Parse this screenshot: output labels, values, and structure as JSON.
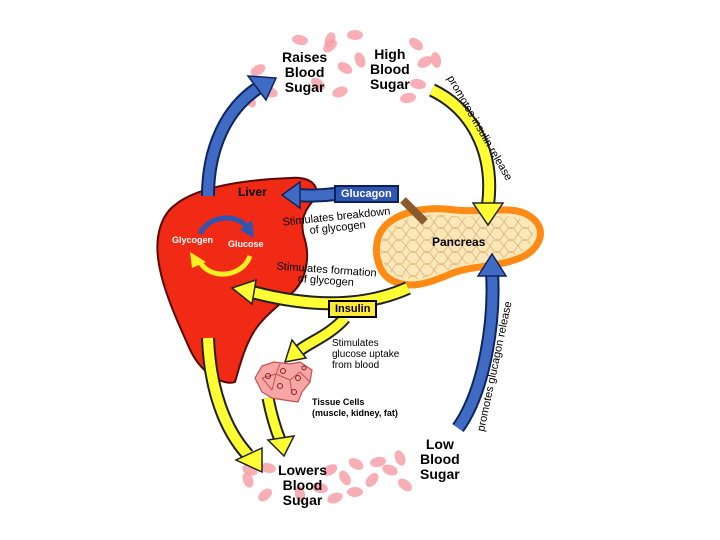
{
  "labels": {
    "raises": "Raises\nBlood\nSugar",
    "high": "High\nBlood\nSugar",
    "low": "Low\nBlood\nSugar",
    "lowers": "Lowers\nBlood\nSugar",
    "liver": "Liver",
    "pancreas": "Pancreas",
    "glucagon": "Glucagon",
    "insulin": "Insulin",
    "glycogen": "Glycogen",
    "glucose": "Glucose",
    "breakdown": "Stimulates breakdown\nof glycogen",
    "formation": "Stimulates formation\nof glycogen",
    "uptake": "Stimulates\nglucose uptake\nfrom blood",
    "tissue": "Tissue Cells\n(muscle, kidney, fat)",
    "promotes_insulin": "promotes insulin release",
    "promotes_glucagon": "promotes glucagon release"
  },
  "colors": {
    "liver": "#f02a14",
    "yellow_arrow": "#ffff33",
    "blue_arrow": "#3f6bc4",
    "pancreas": "#fbe7b8",
    "pancreas_rim": "#ff8a14",
    "blood_cell": "#f6a0a8"
  }
}
